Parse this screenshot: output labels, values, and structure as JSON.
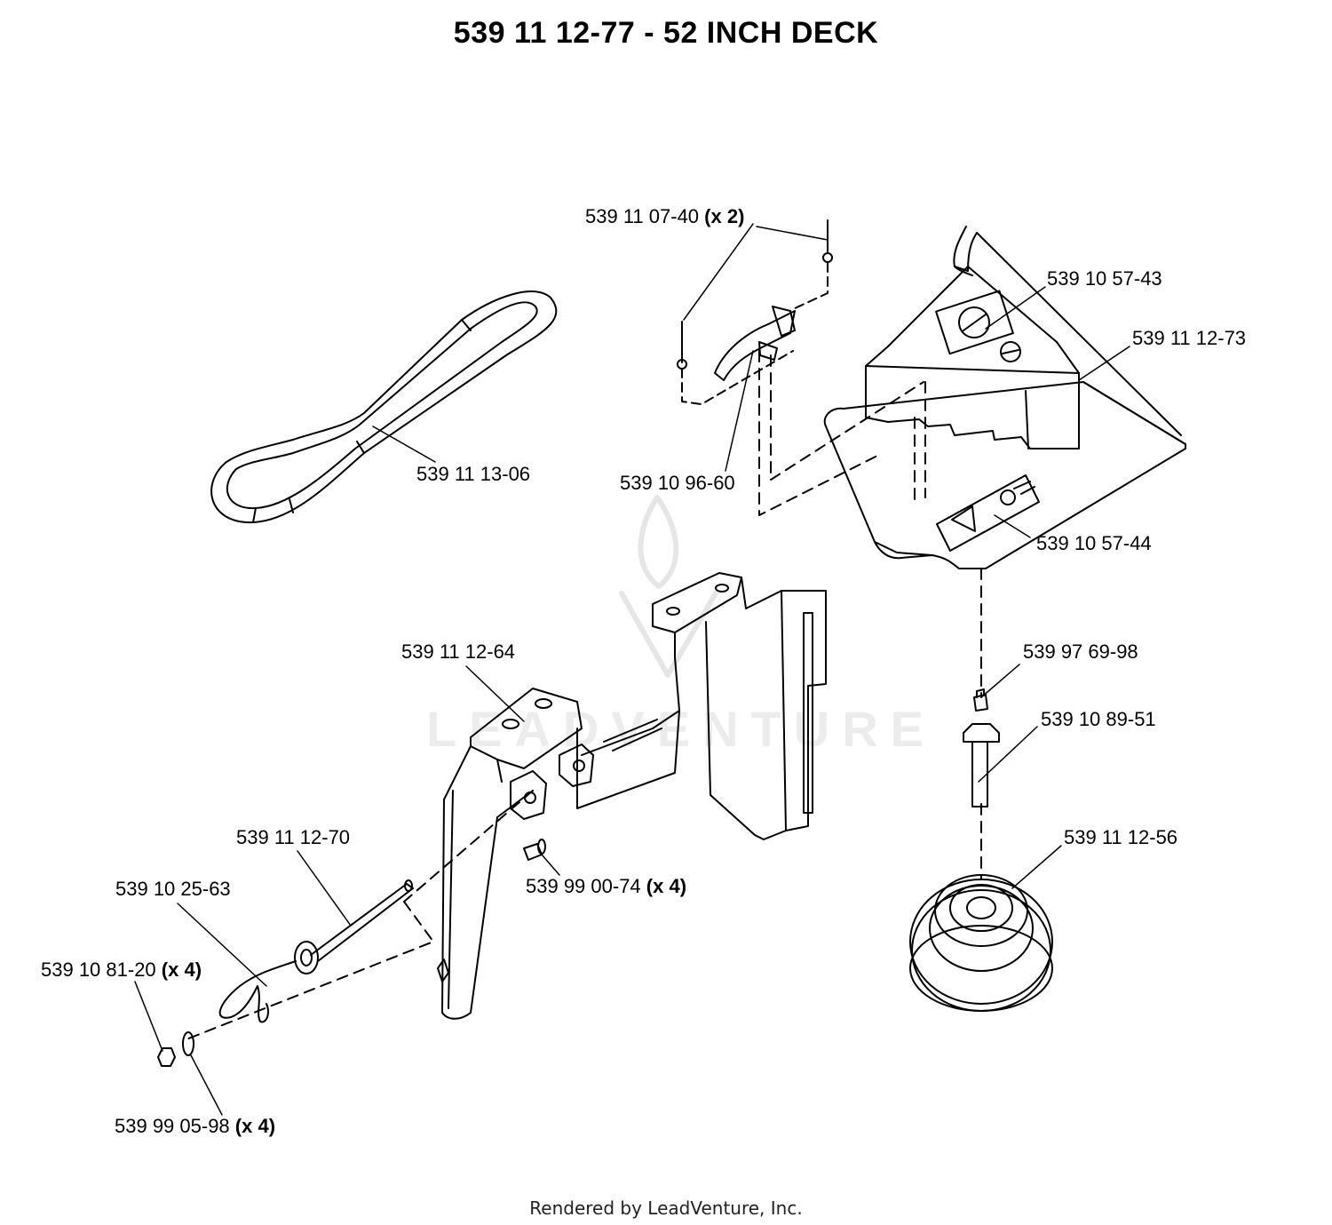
{
  "title": "539 11 12-77 - 52 INCH DECK",
  "watermark": "LEADVENTURE",
  "footer": "Rendered by LeadVenture, Inc.",
  "callouts": [
    {
      "id": "c1",
      "part": "539 11 07-40",
      "qty": "(x 2)"
    },
    {
      "id": "c2",
      "part": "539 10 57-43",
      "qty": ""
    },
    {
      "id": "c3",
      "part": "539 11 12-73",
      "qty": ""
    },
    {
      "id": "c4",
      "part": "539 11 13-06",
      "qty": ""
    },
    {
      "id": "c5",
      "part": "539 10 96-60",
      "qty": ""
    },
    {
      "id": "c6",
      "part": "539 10 57-44",
      "qty": ""
    },
    {
      "id": "c7",
      "part": "539 11 12-64",
      "qty": ""
    },
    {
      "id": "c8",
      "part": "539 97 69-98",
      "qty": ""
    },
    {
      "id": "c9",
      "part": "539 10 89-51",
      "qty": ""
    },
    {
      "id": "c10",
      "part": "539 11 12-70",
      "qty": ""
    },
    {
      "id": "c11",
      "part": "539 11 12-56",
      "qty": ""
    },
    {
      "id": "c12",
      "part": "539 10 25-63",
      "qty": ""
    },
    {
      "id": "c13",
      "part": "539 99 00-74",
      "qty": "(x 4)"
    },
    {
      "id": "c14",
      "part": "539 10 81-20",
      "qty": "(x 4)"
    },
    {
      "id": "c15",
      "part": "539 99 05-98",
      "qty": "(x 4)"
    }
  ]
}
